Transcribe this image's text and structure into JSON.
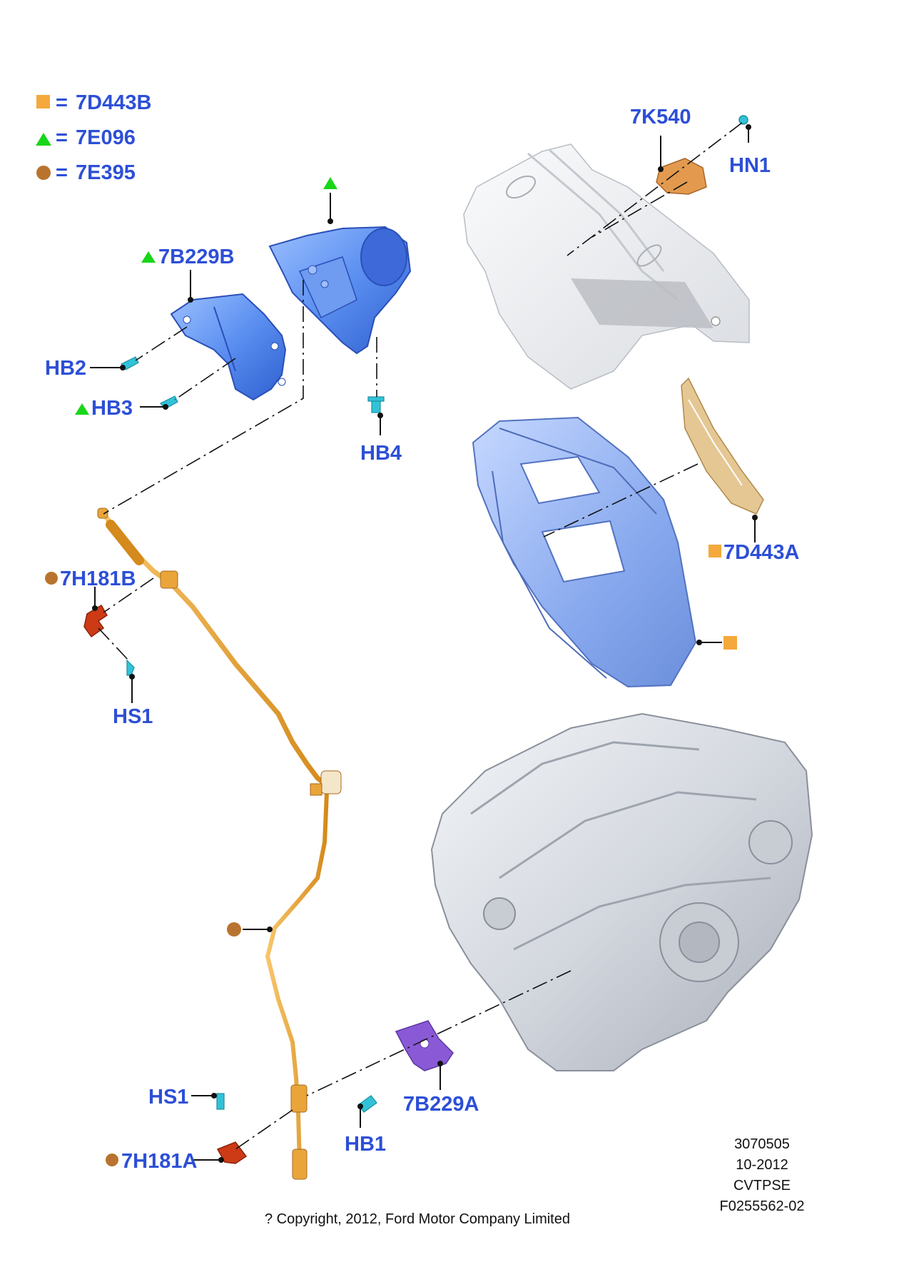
{
  "legend": [
    {
      "symbol": "square",
      "color": "#f5a93c",
      "eq": "=",
      "code": "7D443B"
    },
    {
      "symbol": "triangle",
      "color": "#18d618",
      "eq": "=",
      "code": "7E096"
    },
    {
      "symbol": "circle",
      "color": "#b8742e",
      "eq": "=",
      "code": "7E395"
    }
  ],
  "labels": {
    "l7K540": "7K540",
    "lHN1": "HN1",
    "l7B229B": "7B229B",
    "lHB2": "HB2",
    "lHB3": "HB3",
    "lHB4": "HB4",
    "l7D443A": "7D443A",
    "l7H181B": "7H181B",
    "lHS1a": "HS1",
    "lHS1b": "HS1",
    "l7H181A": "7H181A",
    "lHB1": "HB1",
    "l7B229A": "7B229A"
  },
  "footer": {
    "copyright": "? Copyright, 2012, Ford Motor Company Limited",
    "line1": "3070505",
    "line2": "10-2012",
    "line3": "CVTPSE",
    "line4": "F0255562-02"
  },
  "colors": {
    "label": "#2d4fd6",
    "blue_part": "#5b8ff0",
    "cable": "#e9a53a",
    "bracket_purple": "#8a5ad6",
    "clip_red": "#cc3a16",
    "bolt_cyan": "#32c2d8",
    "housing_silver": "#d9dde4"
  }
}
